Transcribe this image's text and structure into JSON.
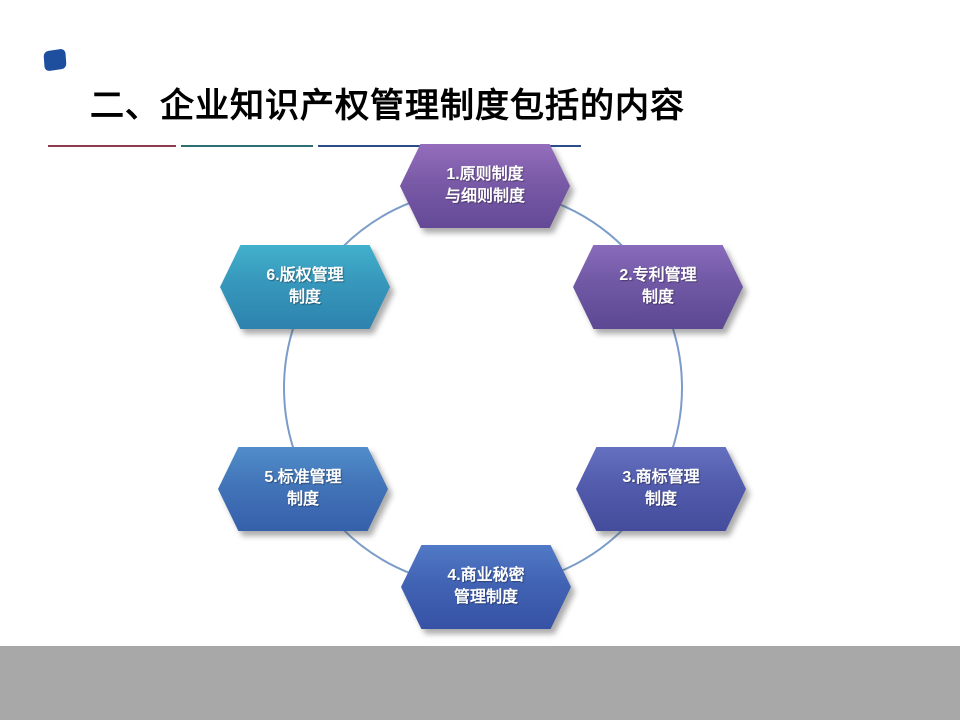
{
  "slide": {
    "title": "二、企业知识产权管理制度包括的内容",
    "marker_color": "#1d4f9e",
    "divider_colors": [
      "#8e3b4e",
      "#2e6e72",
      "#2b4d8c"
    ],
    "ring_color": "#7b9cc9",
    "footer_color": "#a8a8a8"
  },
  "diagram": {
    "nodes": [
      {
        "line1": "1.原则制度",
        "line2": "与细则制度",
        "color": "#7456a3"
      },
      {
        "line1": "2.专利管理",
        "line2": "制度",
        "color": "#6b54a0"
      },
      {
        "line1": "3.商标管理",
        "line2": "制度",
        "color": "#4f58a8"
      },
      {
        "line1": "4.商业秘密",
        "line2": "管理制度",
        "color": "#3f5fb0"
      },
      {
        "line1": "5.标准管理",
        "line2": "制度",
        "color": "#3f6fb5"
      },
      {
        "line1": "6.版权管理",
        "line2": "制度",
        "color": "#3492b8"
      }
    ]
  }
}
